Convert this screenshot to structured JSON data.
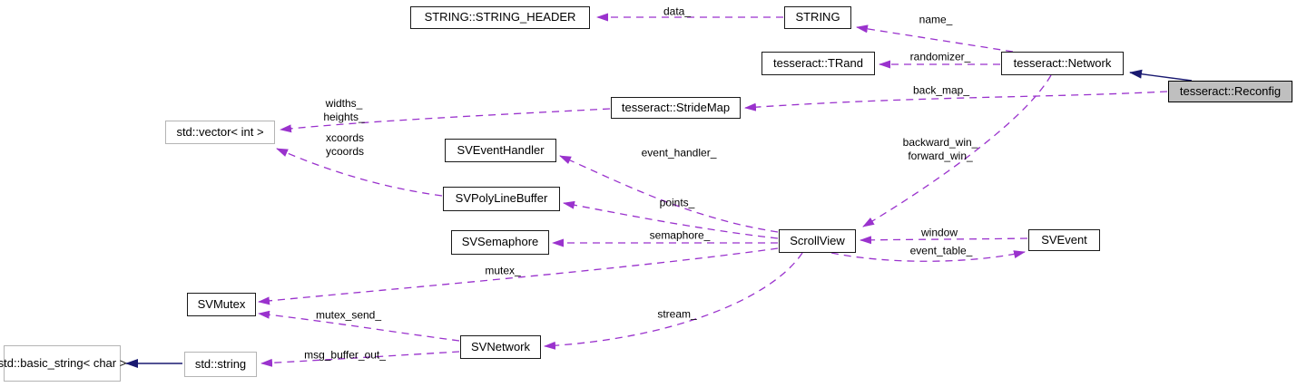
{
  "diagram": {
    "kind": "doxygen-collaboration-graph",
    "colors": {
      "usage_edge": "#9a32cd",
      "inherit_edge": "#191970",
      "main_node_fill": "#bfbfbf",
      "node_border": "#1a1a1a",
      "external_node_border": "#b4b4b4",
      "background": "#ffffff"
    },
    "nodes": {
      "string_header": {
        "label": "STRING::STRING_HEADER"
      },
      "string": {
        "label": "STRING"
      },
      "trand": {
        "label": "tesseract::TRand"
      },
      "network": {
        "label": "tesseract::Network"
      },
      "reconfig": {
        "label": "tesseract::Reconfig"
      },
      "stridemap": {
        "label": "tesseract::StrideMap"
      },
      "vector_int": {
        "label": "std::vector< int >"
      },
      "sveventhandler": {
        "label": "SVEventHandler"
      },
      "svpolylinebuffer": {
        "label": "SVPolyLineBuffer"
      },
      "svsemaphore": {
        "label": "SVSemaphore"
      },
      "scrollview": {
        "label": "ScrollView"
      },
      "svevent": {
        "label": "SVEvent"
      },
      "svmutex": {
        "label": "SVMutex"
      },
      "svnetwork": {
        "label": "SVNetwork"
      },
      "std_string": {
        "label": "std::string"
      },
      "basic_string": {
        "line1": "std::basic_string<",
        "line2": "char >"
      }
    },
    "edge_labels": {
      "data": "data_",
      "name": "name_",
      "randomizer": "randomizer_",
      "back_map": "back_map_",
      "widths": "widths_",
      "heights": "heights_",
      "xcoords": "xcoords",
      "ycoords": "ycoords",
      "event_handler": "event_handler_",
      "points": "points_",
      "semaphore": "semaphore_",
      "backward_win": "backward_win_",
      "forward_win": "forward_win_",
      "window": "window",
      "event_table": "event_table_",
      "mutex": "mutex_",
      "stream": "stream_",
      "mutex_send": "mutex_send_",
      "msg_buffer_out": "msg_buffer_out_"
    }
  }
}
